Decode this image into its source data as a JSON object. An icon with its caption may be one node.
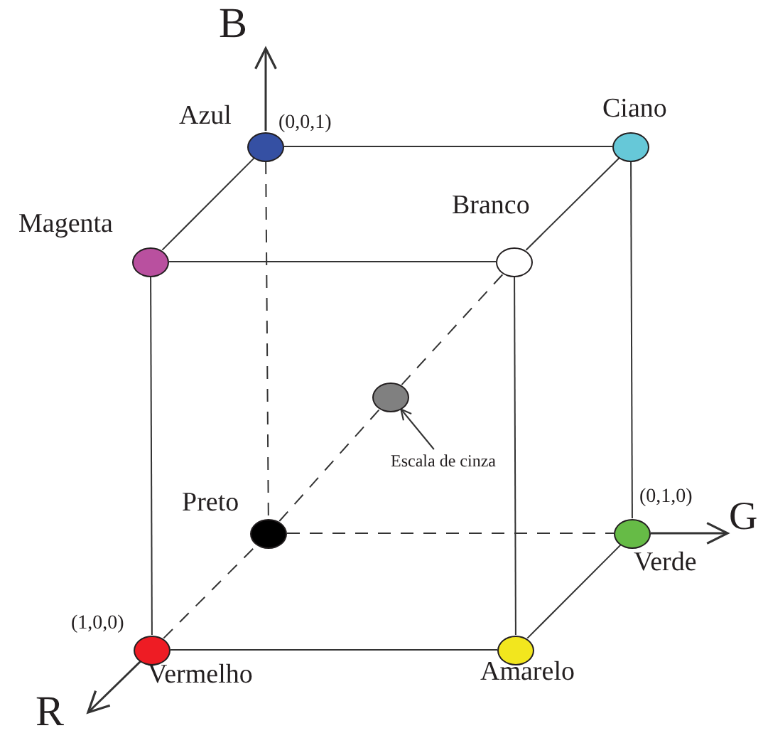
{
  "diagram": {
    "nodes": [
      {
        "text": [],
        "shape": "circle",
        "beside": [
          "Azul",
          "(0,0,1)"
        ]
      },
      {
        "text": [],
        "shape": "circle",
        "beside": [
          "Ciano"
        ]
      },
      {
        "text": [],
        "shape": "circle",
        "beside": [
          "Magenta"
        ]
      },
      {
        "text": [],
        "shape": "circle",
        "beside": [
          "Branco"
        ]
      },
      {
        "text": [],
        "shape": "circle"
      },
      {
        "text": [
          "Escala de cinza"
        ]
      },
      {
        "text": [],
        "shape": "circle",
        "beside": [
          "Preto"
        ]
      },
      {
        "text": [],
        "shape": "circle",
        "beside": [
          "(0,1,0)",
          "Verde"
        ]
      },
      {
        "text": [],
        "shape": "circle",
        "beside": [
          "(1,0,0)",
          "Vermelho"
        ]
      },
      {
        "text": [],
        "shape": "circle",
        "beside": [
          "Amarelo"
        ]
      }
    ],
    "edges": [
      {
        "from": 0,
        "to": 1,
        "arrow": "none"
      },
      {
        "from": 0,
        "to": 2,
        "arrow": "none"
      },
      {
        "from": 1,
        "to": 3,
        "arrow": "none"
      },
      {
        "from": 2,
        "to": 3,
        "arrow": "none"
      },
      {
        "from": 1,
        "to": 7,
        "arrow": "none"
      },
      {
        "from": 2,
        "to": 8,
        "arrow": "none"
      },
      {
        "from": 3,
        "to": 9,
        "arrow": "none"
      },
      {
        "from": 8,
        "to": 9,
        "arrow": "none"
      },
      {
        "from": 9,
        "to": 7,
        "arrow": "none"
      },
      {
        "from": 0,
        "to": 6,
        "arrow": "none",
        "style": "dashed"
      },
      {
        "from": 6,
        "to": 7,
        "arrow": "none",
        "style": "dashed"
      },
      {
        "from": 8,
        "to": 6,
        "arrow": "none",
        "style": "dashed"
      },
      {
        "from": 6,
        "to": 4,
        "arrow": "none",
        "style": "dashed"
      },
      {
        "from": 4,
        "to": 3,
        "arrow": "none",
        "style": "dashed"
      },
      {
        "from": 5,
        "to": 4,
        "arrow": "to"
      }
    ],
    "labels": [
      "B",
      "G",
      "R"
    ]
  }
}
